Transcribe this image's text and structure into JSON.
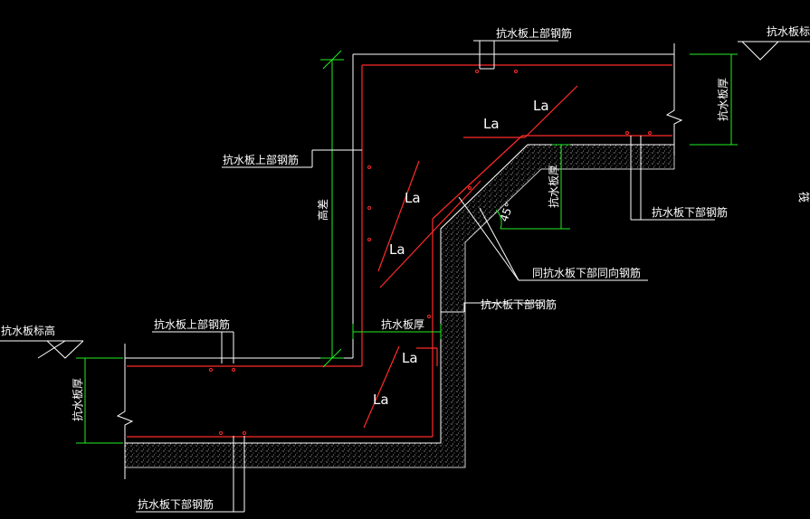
{
  "labels": {
    "top_rebar_1": "抗水板上部钢筋",
    "top_rebar_2": "抗水板上部钢筋",
    "top_rebar_3": "抗水板上部钢筋",
    "bottom_rebar_right": "抗水板下部钢筋",
    "bottom_rebar_mid": "抗水板下部钢筋",
    "bottom_rebar_left": "抗水板下部钢筋",
    "same_as_bottom": "同抗水板下部同向钢筋",
    "elev_left": "抗水板标高",
    "elev_right": "抗水板标高",
    "thickness_left": "抗水板厚",
    "thickness_right": "抗水板厚",
    "thickness_slope": "抗水板厚",
    "thickness_mid": "抗水板厚",
    "height_diff": "高差",
    "angle": "45°",
    "la": "La",
    "edge_cut": "筏"
  },
  "colors": {
    "background": "#000000",
    "rebar": "#ff2a2a",
    "dimension": "#22ee22",
    "outline": "#ffffff",
    "concrete_dots": "#bbbbbb"
  }
}
